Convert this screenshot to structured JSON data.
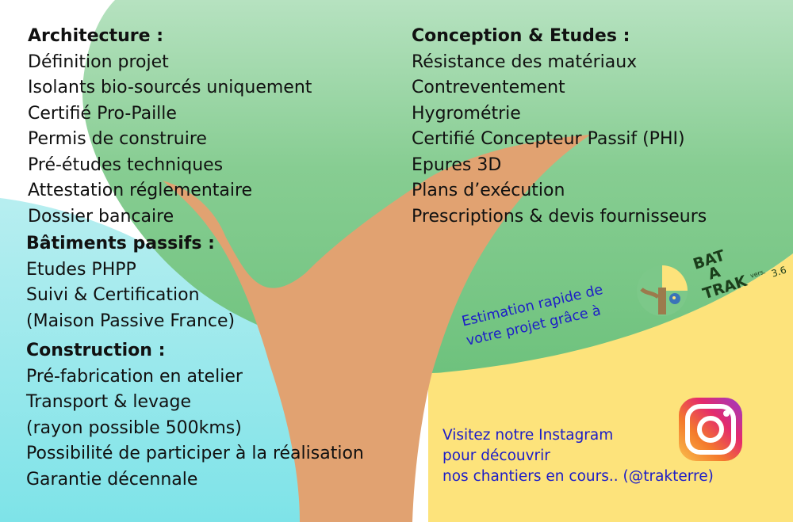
{
  "colors": {
    "green_top": "#a9dcb4",
    "green": "#7cc889",
    "cyan": "#9be7ec",
    "yellow": "#fde37b",
    "trunk": "#e1a271",
    "blue_text": "#1c1cc8"
  },
  "architecture": {
    "title": "Architecture :",
    "items": [
      "Définition projet",
      "Isolants bio-sourcés uniquement",
      "Certifié Pro-Paille",
      "Permis de construire",
      "Pré-études techniques",
      "Attestation réglementaire",
      "Dossier bancaire"
    ]
  },
  "conception": {
    "title": "Conception & Etudes :",
    "items": [
      "Résistance des matériaux",
      "Contreventement",
      "Hygrométrie",
      "Certifié Concepteur Passif (PHI)",
      "Epures 3D",
      "Plans d’exécution",
      "Prescriptions & devis fournisseurs"
    ]
  },
  "passifs": {
    "title": "Bâtiments passifs :",
    "items": [
      "Etudes PHPP",
      "Suivi & Certification",
      "(Maison Passive France)"
    ]
  },
  "construction": {
    "title": "Construction :",
    "items": [
      "Pré-fabrication en atelier",
      "Transport & levage",
      "(rayon possible 500kms)",
      "Possibilité de participer à la réalisation",
      "Garantie décennale"
    ]
  },
  "estimation": {
    "line1": "Estimation rapide de",
    "line2": "votre projet grâce à"
  },
  "logo": {
    "icon": "bat-a-trak-tree-logo",
    "word1": "BAT",
    "word2": "A",
    "word3": "TRAK",
    "version": "3.6",
    "version_prefix": "vers."
  },
  "instagram": {
    "icon": "instagram-icon",
    "line1": "Visitez notre Instagram",
    "line2": "pour découvrir",
    "line3": "nos chantiers en cours.. (@trakterre)"
  }
}
